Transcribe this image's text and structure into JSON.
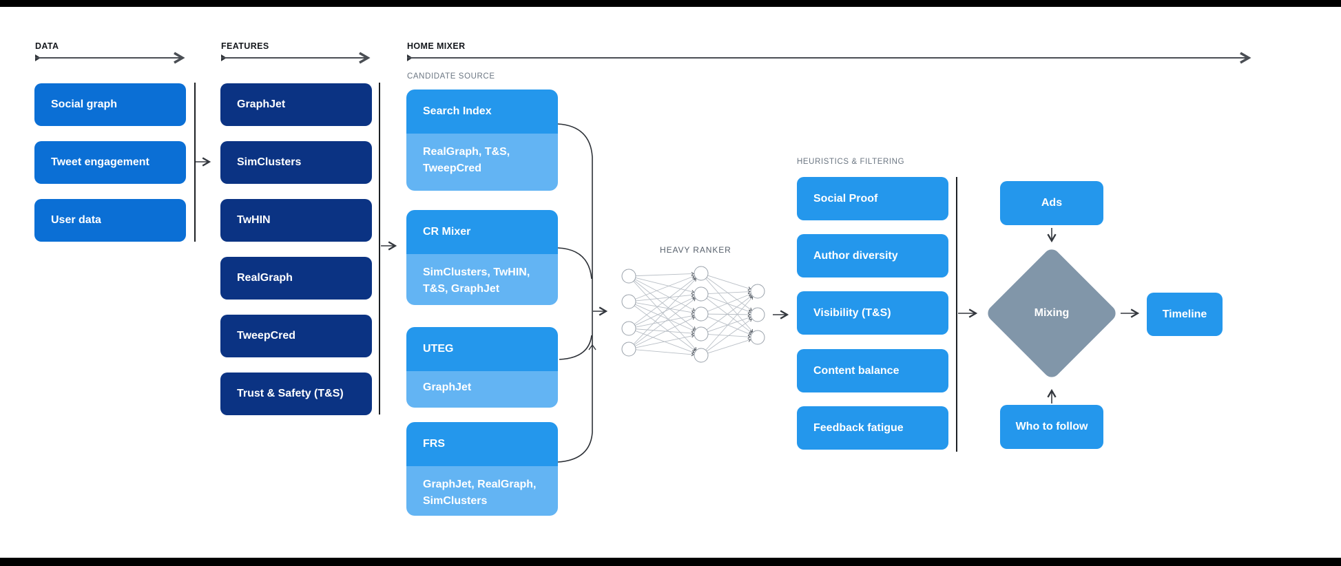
{
  "columns": {
    "data": {
      "header": "DATA",
      "items": [
        "Social graph",
        "Tweet engagement",
        "User data"
      ]
    },
    "features": {
      "header": "FEATURES",
      "items": [
        "GraphJet",
        "SimClusters",
        "TwHIN",
        "RealGraph",
        "TweepCred",
        "Trust & Safety (T&S)"
      ]
    },
    "home_mixer": {
      "header": "HOME MIXER",
      "candidate_source_label": "CANDIDATE SOURCE",
      "candidates": [
        {
          "title": "Search Index",
          "sources": "RealGraph, T&S, TweepCred"
        },
        {
          "title": "CR Mixer",
          "sources": "SimClusters, TwHIN, T&S, GraphJet"
        },
        {
          "title": "UTEG",
          "sources": "GraphJet"
        },
        {
          "title": "FRS",
          "sources": "GraphJet, RealGraph, SimClusters"
        }
      ],
      "heavy_ranker_label": "HEAVY RANKER",
      "heuristics_label": "HEURISTICS & FILTERING",
      "heuristics": [
        "Social Proof",
        "Author diversity",
        "Visibility (T&S)",
        "Content balance",
        "Feedback fatigue"
      ],
      "outputs": {
        "ads": "Ads",
        "mixing": "Mixing",
        "who_to_follow": "Who to follow",
        "timeline": "Timeline"
      }
    }
  },
  "colors": {
    "accent_data_blue": "#0b6fd5",
    "accent_navy": "#0b3383",
    "accent_bright_blue": "#2497ec",
    "accent_light_blue": "#63b4f3",
    "mix_gray": "#8196a9",
    "header_text": "#15181d",
    "label_gray": "#6b7682",
    "letterbox_black": "#000000"
  }
}
